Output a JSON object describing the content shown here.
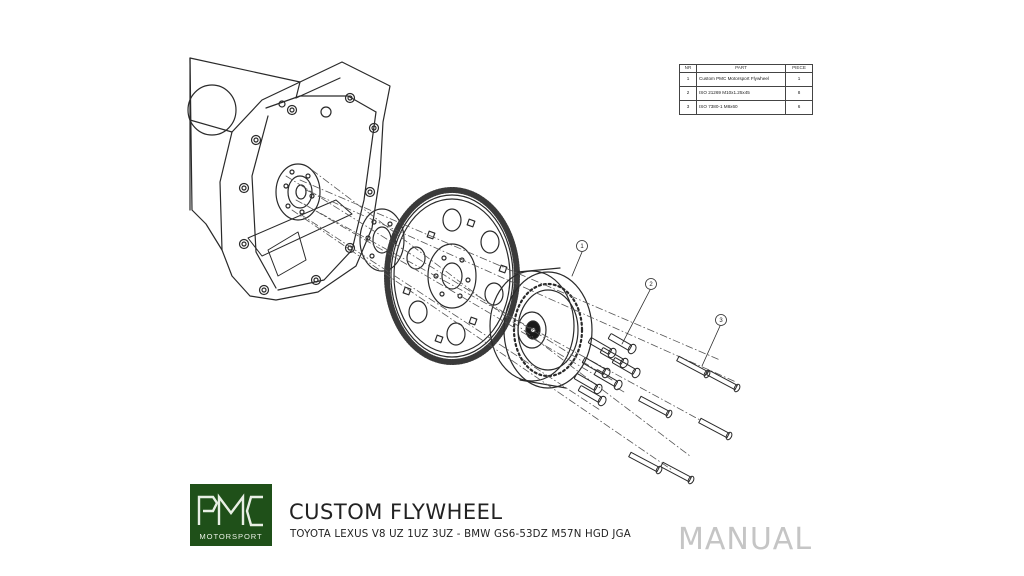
{
  "parts_table": {
    "headers": {
      "nr": "NR",
      "part": "PART",
      "piece": "PIECE"
    },
    "rows": [
      {
        "nr": "1",
        "part": "Custom PMC Motorsport Flywheel",
        "piece": "1"
      },
      {
        "nr": "2",
        "part": "ISO 21269 M10x1.25x45",
        "piece": "8"
      },
      {
        "nr": "3",
        "part": "ISO 7380-1 M8x60",
        "piece": "6"
      }
    ]
  },
  "balloons": {
    "flywheel": "1",
    "flywheel_bolts": "2",
    "ring_gear_bolts": "3"
  },
  "logo": {
    "mark_text": "PMC",
    "subtext": "MOTORSPORT",
    "color": "#1f5019"
  },
  "title": "CUSTOM FLYWHEEL",
  "subtitle": "TOYOTA LEXUS V8 UZ 1UZ 3UZ - BMW GS6-53DZ M57N HGD JGA",
  "manual_label": "MANUAL"
}
